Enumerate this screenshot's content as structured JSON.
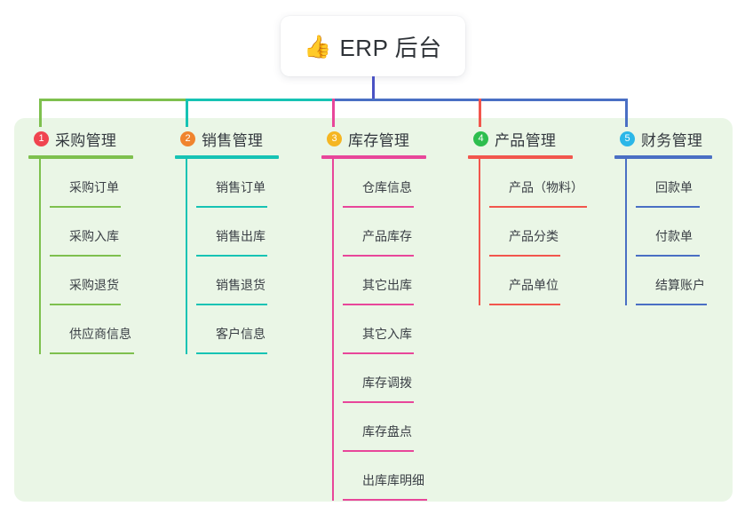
{
  "diagram": {
    "type": "mind-map",
    "canvas_color": "#eaf6e6",
    "root": {
      "icon": "thumbs-up-icon",
      "emoji": "👍",
      "title": "ERP 后台",
      "connector_color": "#4a52c4"
    },
    "columns": [
      {
        "index": "1",
        "badge_label": "1",
        "badge_color": "#f0444f",
        "line_color": "#7ec04e",
        "title": "采购管理",
        "items": [
          {
            "label": "采购订单"
          },
          {
            "label": "采购入库"
          },
          {
            "label": "采购退货"
          },
          {
            "label": "供应商信息"
          }
        ]
      },
      {
        "index": "2",
        "badge_label": "2",
        "badge_color": "#f0842e",
        "line_color": "#16c3b4",
        "title": "销售管理",
        "items": [
          {
            "label": "销售订单"
          },
          {
            "label": "销售出库"
          },
          {
            "label": "销售退货"
          },
          {
            "label": "客户信息"
          }
        ]
      },
      {
        "index": "3",
        "badge_label": "3",
        "badge_color": "#f5b622",
        "line_color": "#e8469a",
        "title": "库存管理",
        "items": [
          {
            "label": "仓库信息"
          },
          {
            "label": "产品库存"
          },
          {
            "label": "其它出库"
          },
          {
            "label": "其它入库"
          },
          {
            "label": "库存调拨"
          },
          {
            "label": "库存盘点"
          },
          {
            "label": "出库库明细"
          }
        ]
      },
      {
        "index": "4",
        "badge_label": "4",
        "badge_color": "#2dbe4e",
        "line_color": "#f2564d",
        "title": "产品管理",
        "items": [
          {
            "label": "产品（物料）"
          },
          {
            "label": "产品分类"
          },
          {
            "label": "产品单位"
          }
        ]
      },
      {
        "index": "5",
        "badge_label": "5",
        "badge_color": "#2bb7e8",
        "line_color": "#4a6fc4",
        "title": "财务管理",
        "items": [
          {
            "label": "回款单"
          },
          {
            "label": "付款单"
          },
          {
            "label": "结算账户"
          }
        ]
      }
    ]
  }
}
